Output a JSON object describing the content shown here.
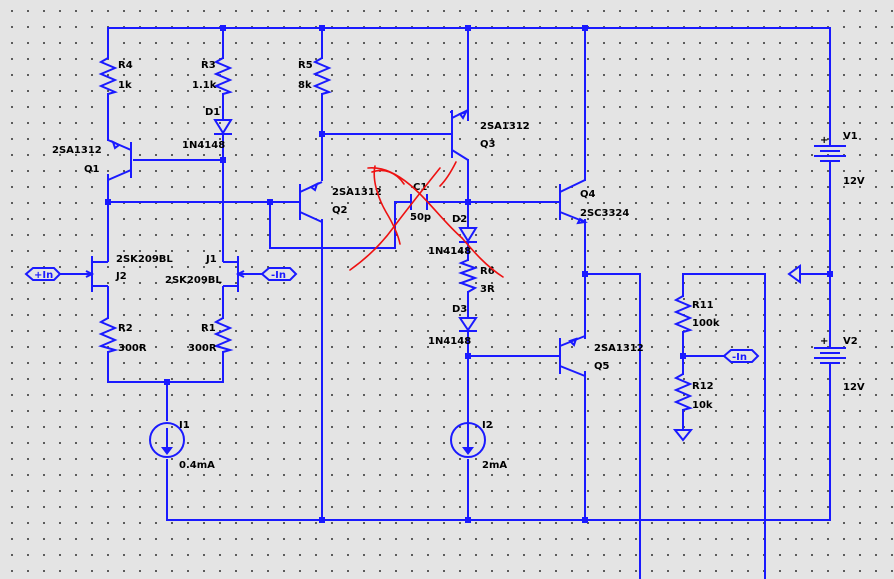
{
  "components": {
    "R4": {
      "ref": "R4",
      "value": "1k"
    },
    "R3": {
      "ref": "R3",
      "value": "1.1k"
    },
    "R5": {
      "ref": "R5",
      "value": "8k"
    },
    "D1": {
      "ref": "D1",
      "value": "1N4148"
    },
    "Q1": {
      "ref": "Q1",
      "value": "2SA1312"
    },
    "Q2": {
      "ref": "Q2",
      "value": "2SA1312"
    },
    "Q3": {
      "ref": "Q3",
      "value": "2SA1312"
    },
    "Q4": {
      "ref": "Q4",
      "value": "2SC3324"
    },
    "Q5": {
      "ref": "Q5",
      "value": "2SA1312"
    },
    "J1": {
      "ref": "J1",
      "value": "2SK209BL"
    },
    "J2": {
      "ref": "J2",
      "value": "2SK209BL"
    },
    "C1": {
      "ref": "C1",
      "value": "50p"
    },
    "D2": {
      "ref": "D2",
      "value": "1N4148"
    },
    "D3": {
      "ref": "D3",
      "value": "1N4148"
    },
    "R6": {
      "ref": "R6",
      "value": "3R"
    },
    "R2": {
      "ref": "R2",
      "value": "300R"
    },
    "R1": {
      "ref": "R1",
      "value": "300R"
    },
    "I1": {
      "ref": "I1",
      "value": "0.4mA"
    },
    "I2": {
      "ref": "I2",
      "value": "2mA"
    },
    "R11": {
      "ref": "R11",
      "value": "100k"
    },
    "R12": {
      "ref": "R12",
      "value": "10k"
    },
    "V1": {
      "ref": "V1",
      "value": "12V"
    },
    "V2": {
      "ref": "V2",
      "value": "12V"
    }
  },
  "ports": {
    "in_plus": "+In",
    "in_minus_left": "-In",
    "in_minus_right": "-In"
  },
  "colors": {
    "wire": "#1a1aff",
    "annotation": "#ee1111",
    "background": "#e4e4e4"
  }
}
